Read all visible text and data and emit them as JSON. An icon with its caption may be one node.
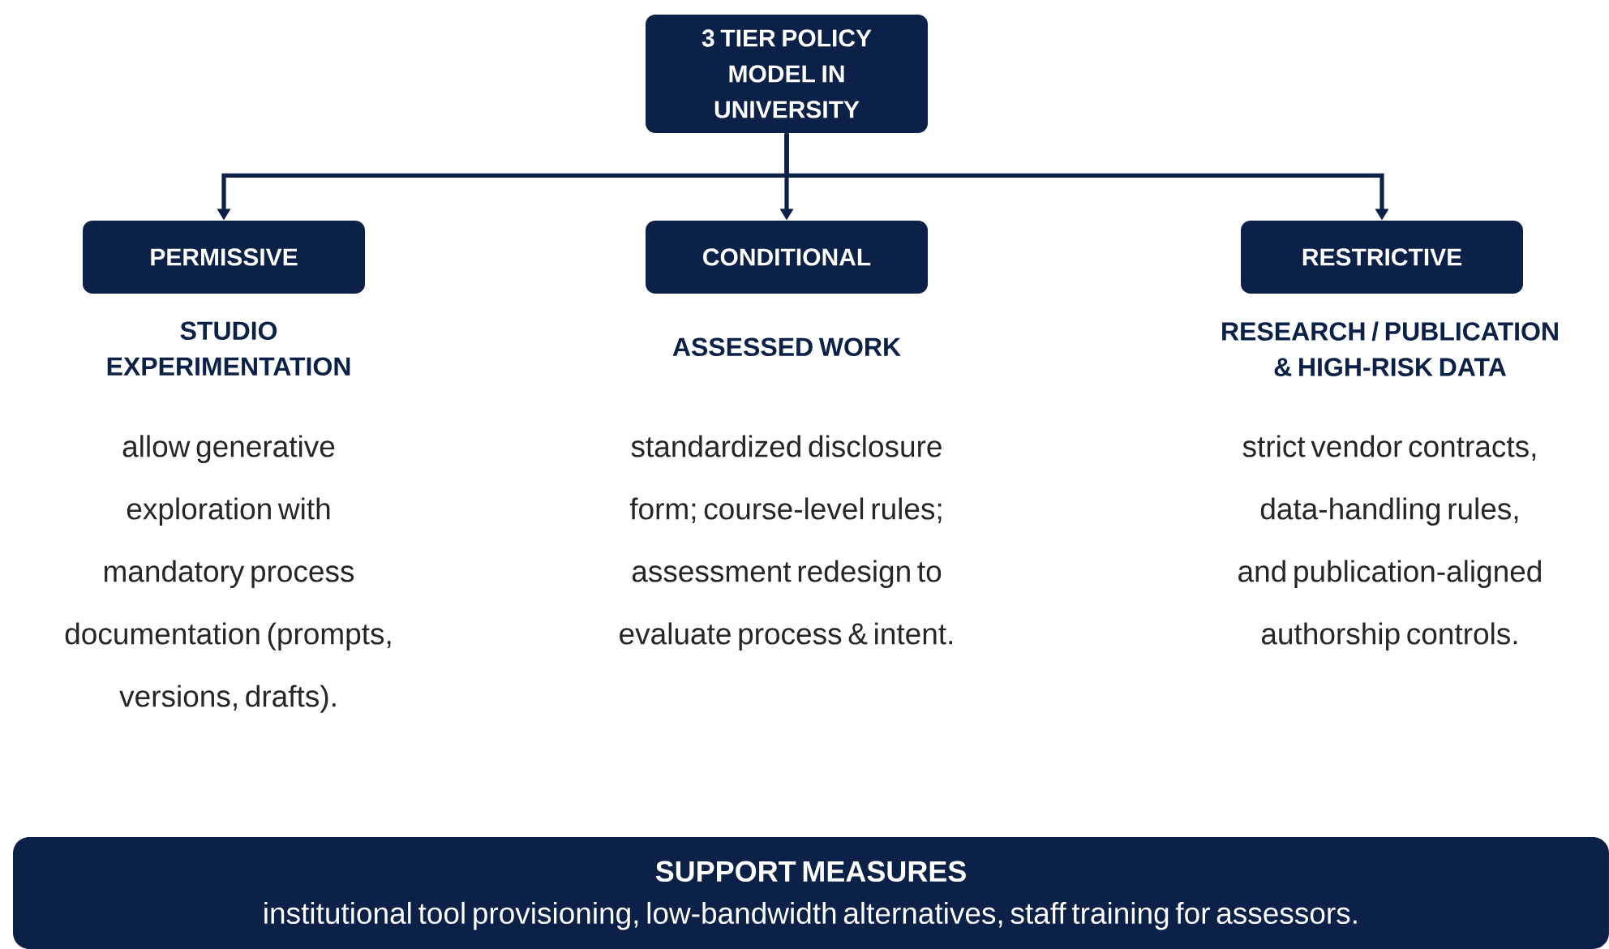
{
  "diagram": {
    "nodes": [
      {
        "text": [
          "3 TIER POLICY MODEL IN UNIVERSITY"
        ]
      },
      {
        "text": [
          "PERMISSIVE"
        ],
        "beside": [
          "STUDIO EXPERIMENTATION",
          "allow generative exploration with mandatory process documentation (prompts, versions, drafts)."
        ]
      },
      {
        "text": [
          "CONDITIONAL"
        ],
        "beside": [
          "ASSESSED WORK",
          "standardized disclosure form; course-level rules; assessment redesign to evaluate process & intent."
        ]
      },
      {
        "text": [
          "RESTRICTIVE"
        ],
        "beside": [
          "RESEARCH / PUBLICATION & HIGH-RISK DATA",
          "strict vendor contracts, data-handling rules, and publication-aligned authorship controls."
        ]
      },
      {
        "text": [
          "SUPPORT MEASURES",
          "institutional tool provisioning, low-bandwidth alternatives, staff training for assessors."
        ]
      }
    ],
    "edges": [
      {
        "from": 0,
        "to": 1,
        "arrow": "to"
      },
      {
        "from": 0,
        "to": 2,
        "arrow": "to"
      },
      {
        "from": 0,
        "to": 3,
        "arrow": "to"
      }
    ]
  }
}
